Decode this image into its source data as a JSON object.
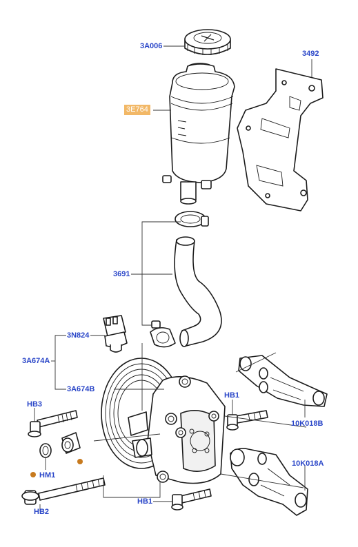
{
  "labels": {
    "res_cap": "3A006",
    "bracket_top": "3492",
    "reservoir": "3E764",
    "hose": "3691",
    "switch": "3N824",
    "pump_assembly": "3A674A",
    "pump": "3A674B",
    "bolt_hb3": "HB3",
    "bolt_hb1_top": "HB1",
    "bracket_b": "10K018B",
    "bracket_a": "10K018A",
    "bolt_hm1": "HM1",
    "bolt_hb2": "HB2",
    "bolt_hb1_bottom": "HB1"
  },
  "colors": {
    "callout": "#2a46c8",
    "highlight": "#f2b867",
    "marker": "#c77a1e"
  }
}
